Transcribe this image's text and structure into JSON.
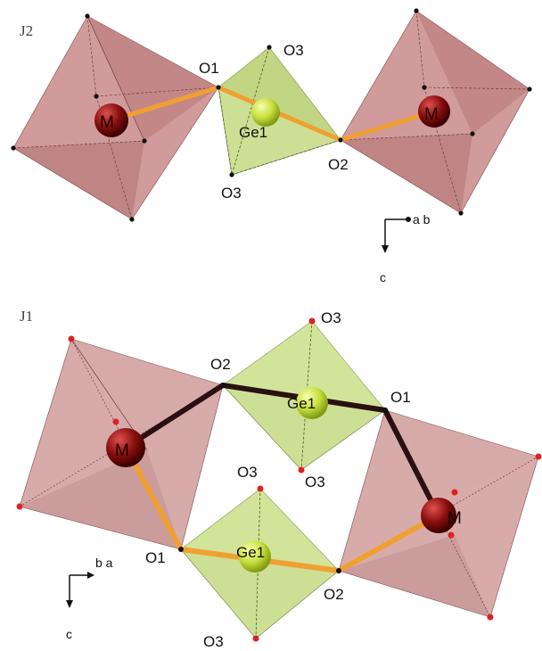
{
  "panels": {
    "j2": {
      "title": "J2",
      "labels": {
        "m_left": "M",
        "m_right": "M",
        "o1": "O1",
        "o2": "O2",
        "o3_top": "O3",
        "o3_bottom": "O3",
        "ge1": "Ge1"
      },
      "axes": {
        "horizontal": "a b",
        "vertical": "c"
      }
    },
    "j1": {
      "title": "J1",
      "labels": {
        "m_left": "M",
        "m_right": "M",
        "o2_top": "O2",
        "o1_top": "O1",
        "o3_upper_top": "O3",
        "o3_upper_bottom": "O3",
        "ge1_upper": "Ge1",
        "o3_lower_top": "O3",
        "o1_bottom": "O1",
        "ge1_lower": "Ge1",
        "o2_bottom": "O2",
        "o3_lower_bottom": "O3"
      },
      "axes": {
        "horizontal": "b a",
        "vertical": "c"
      }
    }
  },
  "colors": {
    "octahedron_fill": "#c98a8a",
    "tetrahedron_fill": "#c8dc8a",
    "bond_orange": "#f0a030",
    "bond_dark": "#2a1010",
    "metal_atom": "#8a0f0f",
    "ge_atom": "#c8e040"
  }
}
